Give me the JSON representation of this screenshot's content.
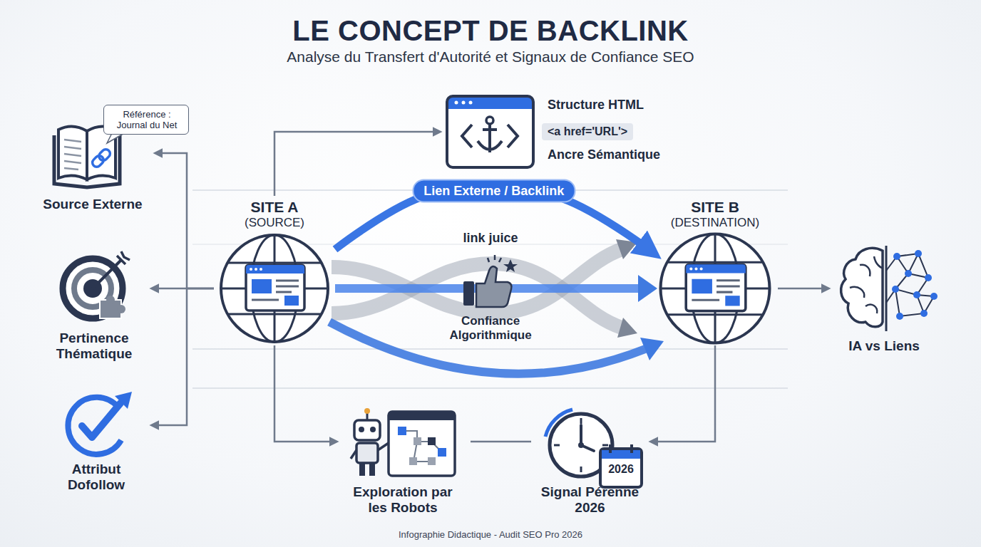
{
  "diagram": {
    "title": "LE CONCEPT DE BACKLINK",
    "caption": "Infographie Didactique - Audit SEO Pro 2026",
    "nodes": [
      {
        "text": [
          "Source Externe"
        ]
      },
      {
        "text": [
          "Référence : Journal du Net"
        ],
        "in": 0
      },
      {
        "text": [
          "Structure HTML",
          "<a href='URL'>",
          "Ancre Sémantique"
        ]
      },
      {
        "text": [
          "SITE A",
          "(SOURCE)"
        ]
      },
      {
        "text": [
          "SITE B",
          "(DESTINATION)"
        ]
      },
      {
        "text": [
          "Pertinence Thématique"
        ]
      },
      {
        "text": [
          "IA vs Liens"
        ]
      },
      {
        "text": [
          "Attribut Dofollow"
        ]
      },
      {
        "text": [
          "Exploration par les Robots"
        ]
      },
      {
        "text": [
          "Signal Pérenne 2026"
        ]
      }
    ],
    "edges": [
      {
        "from": 3,
        "to": 2,
        "arrow": "to"
      },
      {
        "from": 3,
        "to": 0,
        "arrow": "to"
      },
      {
        "from": 3,
        "to": 5,
        "arrow": "to"
      },
      {
        "from": 3,
        "to": 7,
        "arrow": "to"
      },
      {
        "from": 3,
        "to": 4,
        "label": "Lien Externe / Backlink",
        "arrow": "to"
      },
      {
        "from": 4,
        "to": 6,
        "arrow": "to"
      },
      {
        "from": 3,
        "to": 8,
        "arrow": "to"
      },
      {
        "from": 8,
        "to": 9,
        "arrow": "none"
      },
      {
        "from": 4,
        "to": 9,
        "arrow": "to"
      }
    ],
    "labels": [
      "Analyse du Transfert d'Autorité et Signaux de Confiance SEO",
      "link juice",
      "Confiance Algorithmique",
      "2026"
    ]
  }
}
